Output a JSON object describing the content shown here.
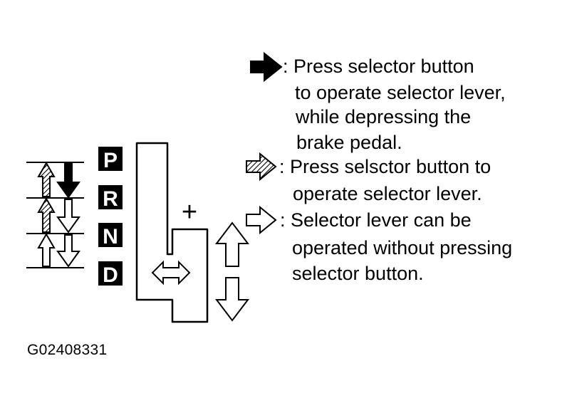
{
  "gate": {
    "positions": [
      "P",
      "R",
      "N",
      "D"
    ],
    "manual_plus": "+"
  },
  "legend": [
    {
      "icon": "solid-arrow-icon",
      "lines": [
        ": Press selector button",
        "to operate selector lever,",
        "while depressing the",
        "brake pedal."
      ]
    },
    {
      "icon": "hatched-arrow-icon",
      "lines": [
        ": Press selsctor button to",
        "operate selector lever."
      ]
    },
    {
      "icon": "outline-arrow-icon",
      "lines": [
        ": Selector lever can be",
        "operated without pressing",
        "selector button."
      ]
    }
  ],
  "reference_code": "G02408331",
  "colors": {
    "ink": "#000000",
    "paper": "#ffffff"
  }
}
